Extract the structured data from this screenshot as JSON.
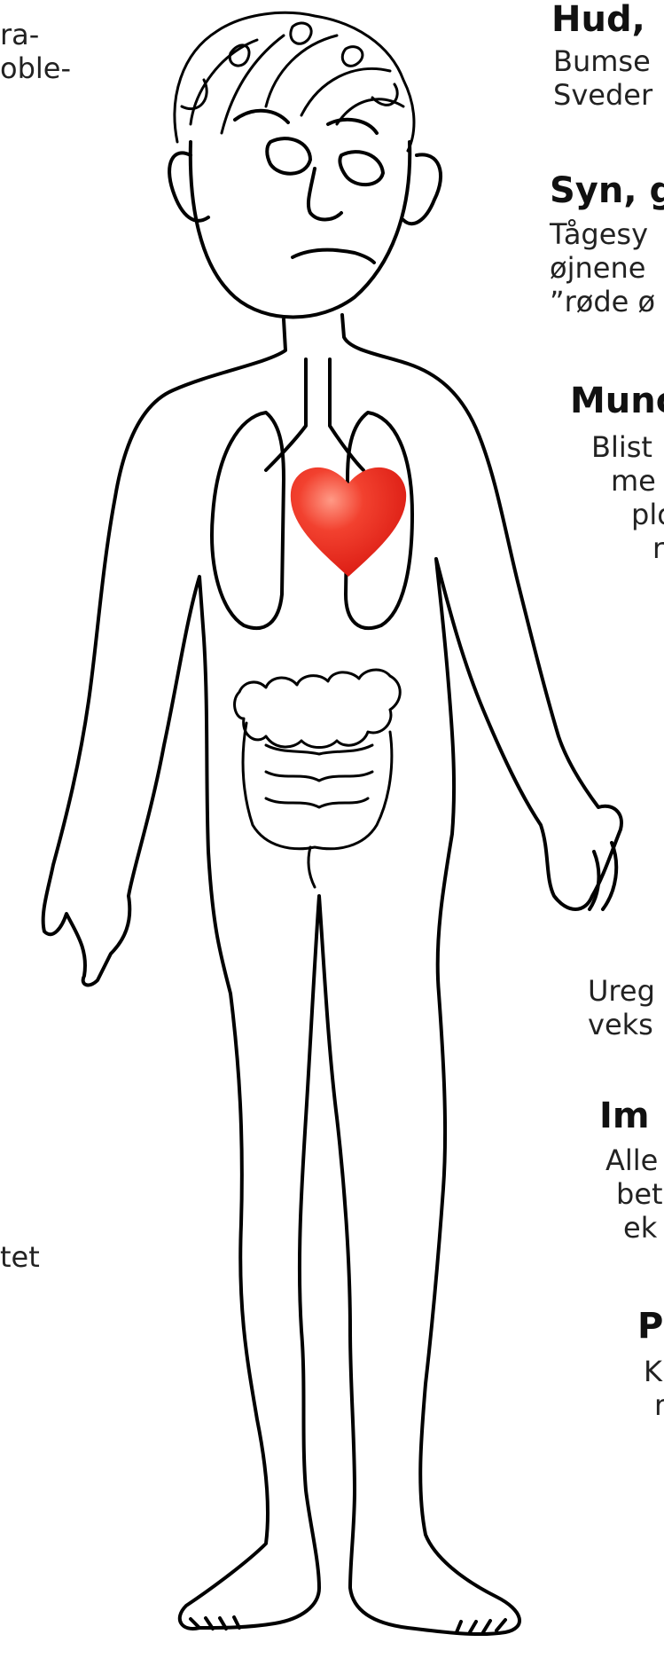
{
  "left_fragments": {
    "top_line1": "ra-",
    "top_line2": "oble-",
    "lower": "tet"
  },
  "right_fragments": {
    "hud": {
      "heading": "Hud,",
      "line1": "Bumse",
      "line2": "Sveder"
    },
    "syn": {
      "heading": "Syn, g",
      "line1": "Tågesy",
      "line2": "øjnene",
      "line3": "”røde ø"
    },
    "mund": {
      "heading": "Munc",
      "line1": "Blist",
      "line2": "me",
      "line3": "plo",
      "line4": "r"
    },
    "vaekst": {
      "line1": "Ureg",
      "line2": "veks"
    },
    "immun": {
      "heading": "Im",
      "line1": "Alle",
      "line2": "bet",
      "line3": "ek"
    },
    "p": {
      "heading": "P",
      "line1": "K",
      "line2": "r"
    }
  },
  "colors": {
    "outline": "#000000",
    "heart": "#e8211c",
    "heart_highlight": "#ff9a86",
    "text": "#222222"
  }
}
